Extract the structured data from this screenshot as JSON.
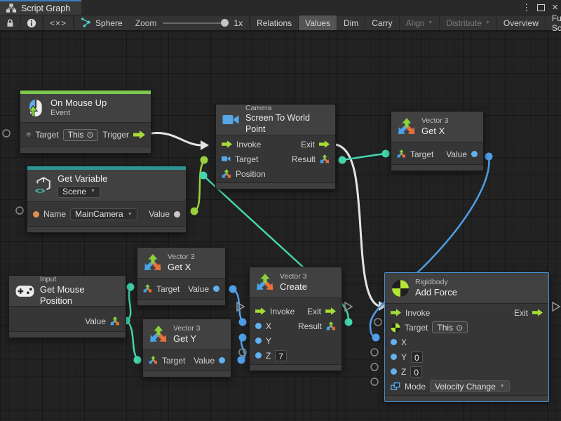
{
  "window": {
    "tab_title": "Script Graph",
    "menu_icon": "⋮",
    "close_icon": "×"
  },
  "icons": {
    "dropdown": "▼",
    "picker": "⊙"
  },
  "toolbar": {
    "code_label": "<×>",
    "selection_label": "Sphere",
    "zoom_label": "Zoom",
    "zoom_value": "1x",
    "buttons": [
      {
        "label": "Relations"
      },
      {
        "label": "Values"
      },
      {
        "label": "Dim"
      },
      {
        "label": "Carry"
      },
      {
        "label": "Align"
      },
      {
        "label": "Distribute"
      },
      {
        "label": "Overview"
      },
      {
        "label": "Full Screen"
      }
    ]
  },
  "nodes": {
    "on_mouse_up": {
      "title": "On Mouse Up",
      "subtitle": "Event",
      "target_label": "Target",
      "target_value": "This",
      "trigger_label": "Trigger"
    },
    "get_variable": {
      "title": "Get Variable",
      "scope_value": "Scene",
      "name_label": "Name",
      "name_value": "MainCamera",
      "value_label": "Value"
    },
    "screen_to_world": {
      "kind": "Camera",
      "title": "Screen To World Point",
      "invoke_label": "Invoke",
      "exit_label": "Exit",
      "target_label": "Target",
      "result_label": "Result",
      "position_label": "Position"
    },
    "get_x_top": {
      "kind": "Vector 3",
      "title": "Get X",
      "target_label": "Target",
      "value_label": "Value"
    },
    "get_x_mid": {
      "kind": "Vector 3",
      "title": "Get X",
      "target_label": "Target",
      "value_label": "Value"
    },
    "get_y": {
      "kind": "Vector 3",
      "title": "Get Y",
      "target_label": "Target",
      "value_label": "Value"
    },
    "get_mouse_position": {
      "kind": "Input",
      "title": "Get Mouse Position",
      "value_label": "Value"
    },
    "create_vector": {
      "kind": "Vector 3",
      "title": "Create",
      "invoke_label": "Invoke",
      "exit_label": "Exit",
      "x_label": "X",
      "y_label": "Y",
      "z_label": "Z",
      "z_value": "7",
      "result_label": "Result"
    },
    "add_force": {
      "kind": "Rigidbody",
      "title": "Add Force",
      "invoke_label": "Invoke",
      "exit_label": "Exit",
      "target_label": "Target",
      "target_value": "This",
      "x_label": "X",
      "y_label": "Y",
      "y_value": "0",
      "z_label": "Z",
      "z_value": "0",
      "mode_label": "Mode",
      "mode_value": "Velocity Change"
    }
  },
  "colors": {
    "event_accent": "#7cc84c",
    "variable_accent": "#2d9494",
    "flow_green": "#a6dc36",
    "port_blue": "#62b2ee",
    "port_orange": "#e09050",
    "port_gray": "#c8c8c8",
    "wire_teal": "#44d6ae",
    "wire_lime": "#9ad03c",
    "wire_blue": "#4f9fe8",
    "wire_white": "#e4e4e4",
    "selection_blue": "#4a90d9"
  }
}
